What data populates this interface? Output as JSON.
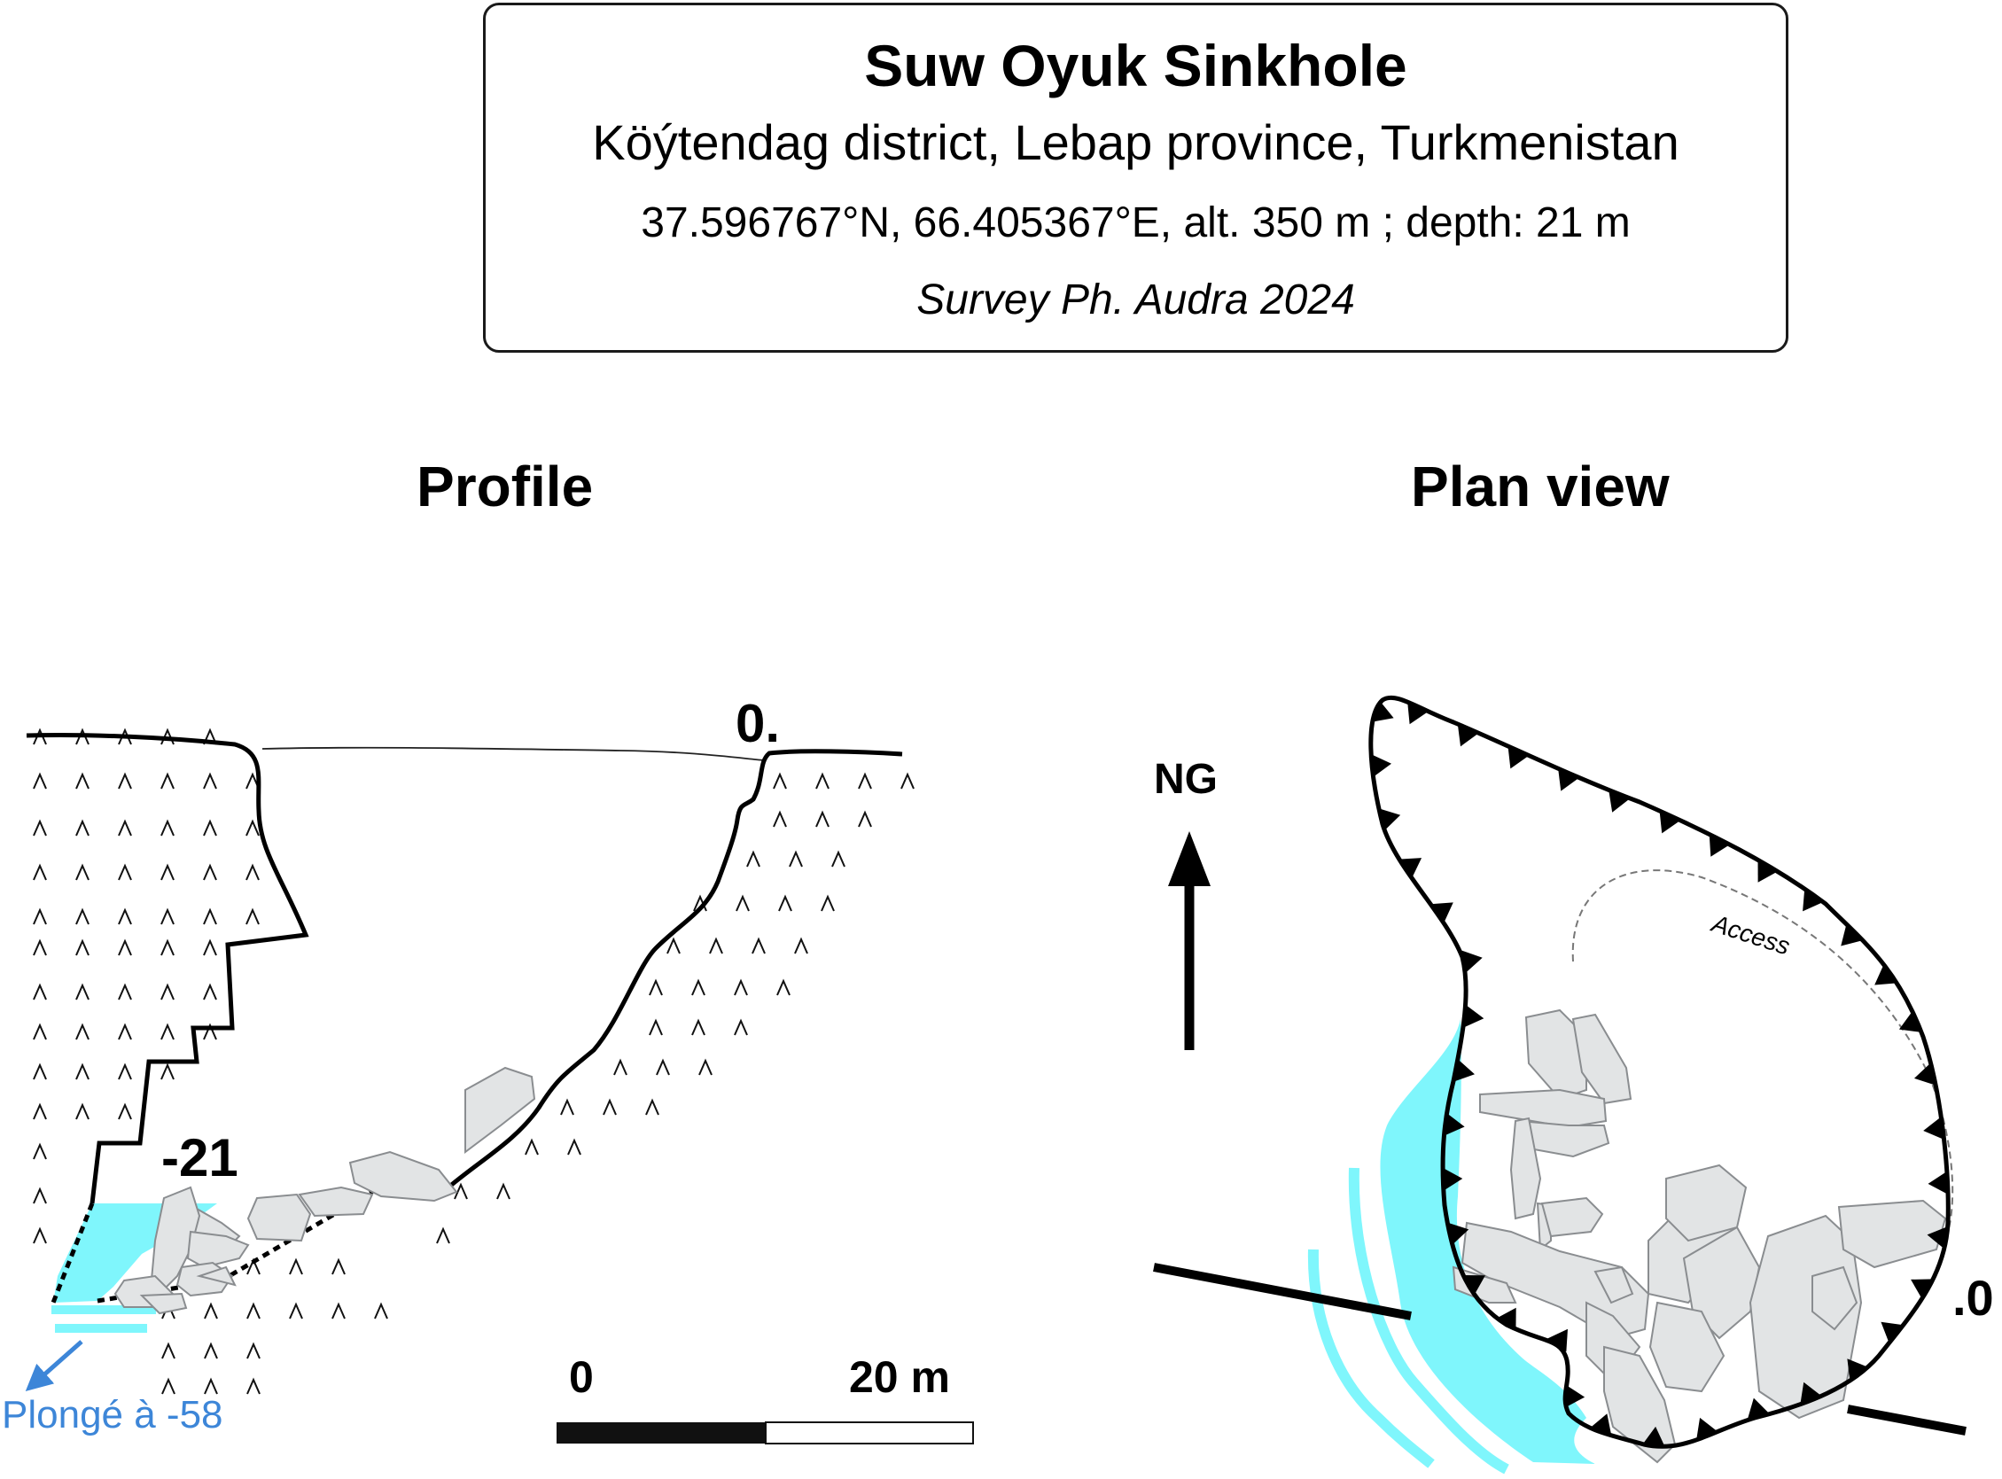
{
  "header": {
    "title": "Suw Oyuk Sinkhole",
    "location": "Köýtendag district, Lebap province, Turkmenistan",
    "coordinates": "37.596767°N, 66.405367°E, alt. 350 m ; depth: 21 m",
    "credit": "Survey Ph. Audra 2024"
  },
  "profile": {
    "title": "Profile",
    "top_datum_label": "0.",
    "bottom_depth_label": "-21",
    "dive_note": "Plongé à -58"
  },
  "plan": {
    "title": "Plan view",
    "north_label": "NG",
    "access_label": "Access",
    "datum_label": ".0"
  },
  "scale_bar": {
    "start_label": "0",
    "end_label": "20 m"
  },
  "colors": {
    "water": "#7ff6fc",
    "boulder_fill": "#e2e4e5",
    "boulder_stroke": "#8a8d90",
    "note_blue": "#3d86d8",
    "line": "#000000"
  }
}
